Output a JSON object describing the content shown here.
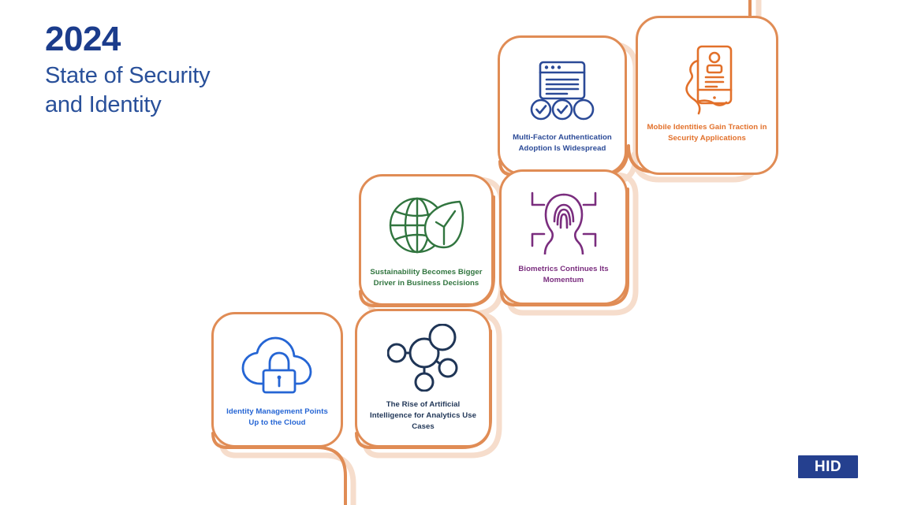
{
  "header": {
    "year": "2024",
    "subtitle": "State of Security\nand Identity"
  },
  "colors": {
    "title_year": "#1b3c8c",
    "title_subtitle": "#29509a",
    "pipe_dark": "#e08c55",
    "pipe_light": "#f6ddcc",
    "card_border": "#e08c55",
    "background": "#ffffff",
    "logo_background": "#25408f",
    "logo_text": "#ffffff"
  },
  "cards": [
    {
      "id": "mfa",
      "label": "Multi-Factor Authentication Adoption Is Widespread",
      "icon": "browser-window-checkmarks-icon",
      "color": "#2b4a97"
    },
    {
      "id": "mobile",
      "label": "Mobile Identities Gain Traction in Security Applications",
      "icon": "hand-holding-phone-icon",
      "color": "#e2702a"
    },
    {
      "id": "sustainability",
      "label": "Sustainability Becomes Bigger Driver in Business Decisions",
      "icon": "globe-leaf-icon",
      "color": "#31753f"
    },
    {
      "id": "biometrics",
      "label": "Biometrics Continues Its Momentum",
      "icon": "face-fingerprint-scan-icon",
      "color": "#7a2d7e"
    },
    {
      "id": "cloud",
      "label": "Identity Management Points Up to the Cloud",
      "icon": "cloud-lock-icon",
      "color": "#2565d4"
    },
    {
      "id": "ai",
      "label": "The Rise of Artificial Intelligence for Analytics Use Cases",
      "icon": "network-nodes-icon",
      "color": "#1f3556"
    }
  ],
  "logo": {
    "text": "HID"
  }
}
